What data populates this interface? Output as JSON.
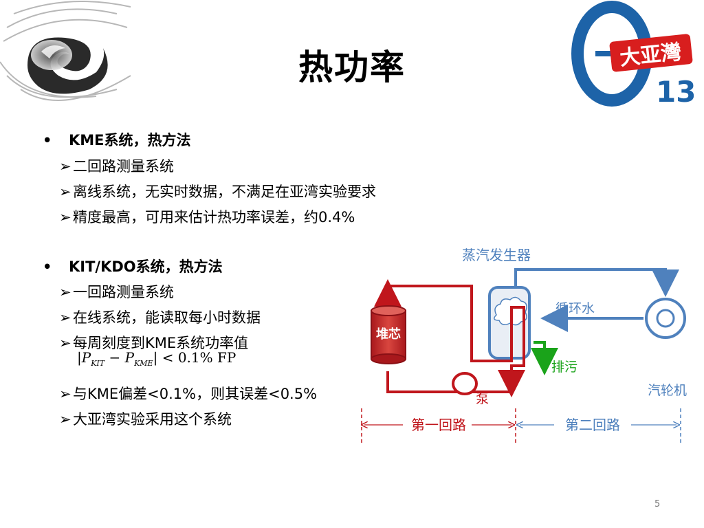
{
  "title": "热功率",
  "section1": {
    "heading": "KME系统，热方法",
    "items": [
      "二回路测量系统",
      "离线系统，无实时数据，不满足在亚湾实验要求",
      "精度最高，可用来估计热功率误差，约0.4%"
    ]
  },
  "section2": {
    "heading": "KIT/KDO系统，热方法",
    "items": [
      "一回路测量系统",
      "在线系统，能读取每小时数据",
      "每周刻度到KME系统功率值",
      "与KME偏差<0.1%，则其误差<0.5%",
      "大亚湾实验采用这个系统"
    ],
    "formula": {
      "p": "P",
      "sub_kit": "KIT",
      "sub_kme": "KME",
      "minus": "−",
      "rhs": "< 0.1% FP"
    }
  },
  "logo": {
    "text": "大亚灣",
    "number": "13"
  },
  "diagram": {
    "steam_generator": "蒸汽发生器",
    "circulating_water": "循环水",
    "core": "堆芯",
    "blowdown": "排污",
    "pump": "泵",
    "turbine": "汽轮机",
    "primary_loop": "第一回路",
    "secondary_loop": "第二回路",
    "colors": {
      "primary": "#c0161c",
      "secondary": "#4f81bd",
      "blowdown": "#1aa31a"
    }
  },
  "page_number": "5"
}
